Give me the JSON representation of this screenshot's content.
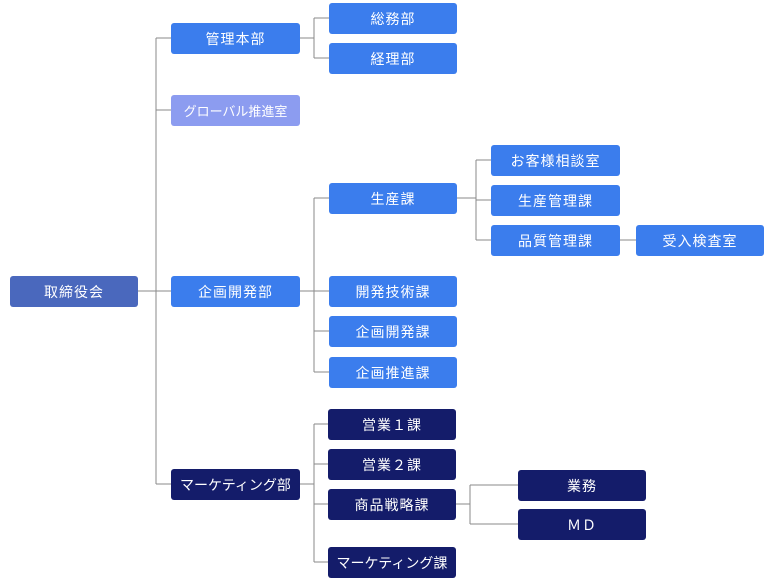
{
  "colors": {
    "root": "#4a68bd",
    "blue": "#3b7ded",
    "lavender": "#8c9cf0",
    "navy": "#141c6a",
    "connector": "#8a8a8a"
  },
  "org": {
    "root": "取締役会",
    "divisions": {
      "admin": "管理本部",
      "global": "グローバル推進室",
      "planning": "企画開発部",
      "marketing": "マーケティング部"
    },
    "admin_units": {
      "general_affairs": "総務部",
      "accounting": "経理部"
    },
    "planning_units": {
      "production": "生産課",
      "dev_tech": "開発技術課",
      "planning_dev": "企画開発課",
      "planning_promo": "企画推進課"
    },
    "production_units": {
      "customer_consult": "お客様相談室",
      "production_mgmt": "生産管理課",
      "quality_mgmt": "品質管理課"
    },
    "quality_units": {
      "inspection": "受入検査室"
    },
    "marketing_units": {
      "sales1": "営業１課",
      "sales2": "営業２課",
      "strategy": "商品戦略課",
      "marketing_section": "マーケティング課"
    },
    "strategy_units": {
      "business": "業務",
      "md": "ＭＤ"
    }
  }
}
